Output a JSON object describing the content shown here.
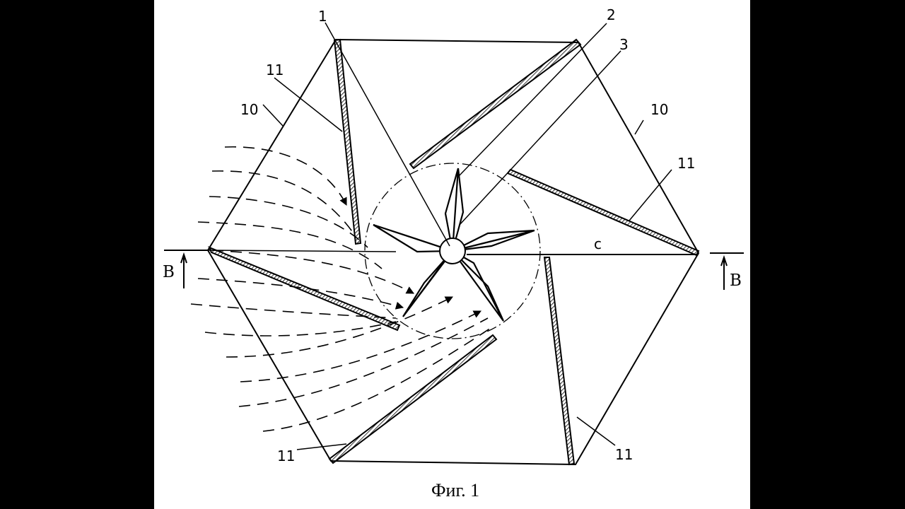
{
  "figure": {
    "caption": "Фиг. 1",
    "labels": {
      "label_1": "1",
      "label_2": "2",
      "label_3": "3",
      "label_c": "c",
      "label_10_left": "10",
      "label_10_right": "10",
      "label_11_upper_left": "11",
      "label_11_right": "11",
      "label_11_lower_left": "11",
      "label_11_lower_right": "11",
      "section_left": "B",
      "section_right": "B"
    }
  }
}
